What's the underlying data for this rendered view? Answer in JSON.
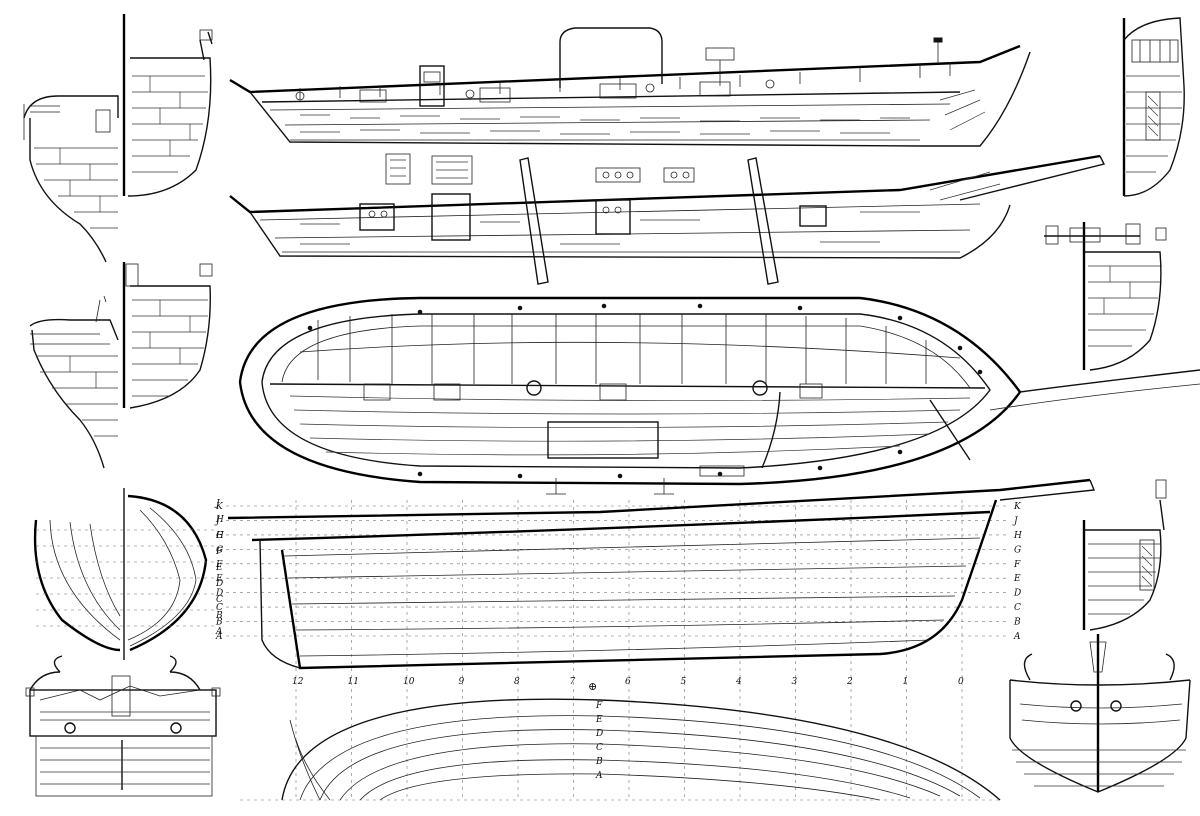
{
  "drawing": {
    "waterline_letters": [
      "K",
      "J",
      "H",
      "G",
      "F",
      "E",
      "D",
      "C",
      "B",
      "A"
    ],
    "station_numbers": [
      "12",
      "11",
      "10",
      "9",
      "8",
      "7",
      "6",
      "5",
      "4",
      "3",
      "2",
      "1",
      "0"
    ],
    "midship_mark": "⊕",
    "half_breadth_letters": [
      "F",
      "E",
      "D",
      "C",
      "B",
      "A"
    ],
    "body_plan_letters": [
      "J",
      "H",
      "G",
      "F",
      "E",
      "D",
      "C",
      "B",
      "A"
    ]
  }
}
